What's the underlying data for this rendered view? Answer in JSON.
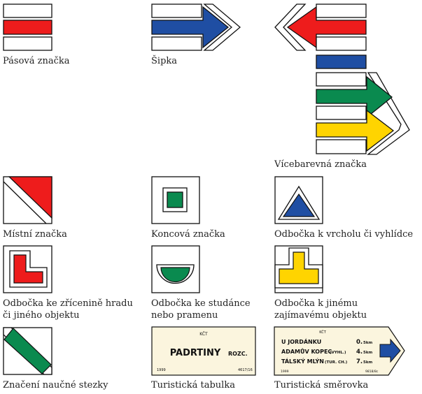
{
  "colors": {
    "red": "#ee1c1c",
    "blue": "#1f4ea3",
    "green": "#0a8a4f",
    "yellow": "#ffd400",
    "cream": "#fbf5de",
    "outline": "#111111"
  },
  "items": [
    {
      "id": "pasova",
      "label": "Pásová značka"
    },
    {
      "id": "sipka",
      "label": "Šipka"
    },
    {
      "id": "vicebarevna",
      "label": "Vícebarevná značka"
    },
    {
      "id": "mistni",
      "label": "Místní značka"
    },
    {
      "id": "koncova",
      "label": "Koncová značka"
    },
    {
      "id": "vrchol",
      "label": "Odbočka k vrcholu či vyhlídce"
    },
    {
      "id": "zricenina",
      "label": "Odbočka ke zřícenině hradu",
      "label2": "či jiného objektu"
    },
    {
      "id": "studanka",
      "label": "Odbočka ke studánce",
      "label2": "nebo pramenu"
    },
    {
      "id": "objekt",
      "label": "Odbočka k jinému",
      "label2": "zajímavému objektu"
    },
    {
      "id": "naucna",
      "label": "Značení naučné stezky"
    },
    {
      "id": "tabulka",
      "label": "Turistická tabulka"
    },
    {
      "id": "smerovka",
      "label": "Turistická směrovka"
    }
  ],
  "tabulka": {
    "org": "KČT",
    "name": "PADRTINY",
    "suffix": "ROZC.",
    "year": "1999",
    "code": "4617/16"
  },
  "smerovka": {
    "org": "KČT",
    "rows": [
      {
        "place": "U JORDÁNKU",
        "note": "",
        "dist": "0.",
        "dist_frac": "5",
        "unit": "km"
      },
      {
        "place": "ADAMŮV KOPEC",
        "note": "(VYHL.)",
        "dist": "4.",
        "dist_frac": "5",
        "unit": "km"
      },
      {
        "place": "TÁLSKÝ MLÝN",
        "note": "(TUR. CH.)",
        "dist": "7.",
        "dist_frac": "5",
        "unit": "km"
      }
    ],
    "year": "1999",
    "code": "9818/8c"
  }
}
